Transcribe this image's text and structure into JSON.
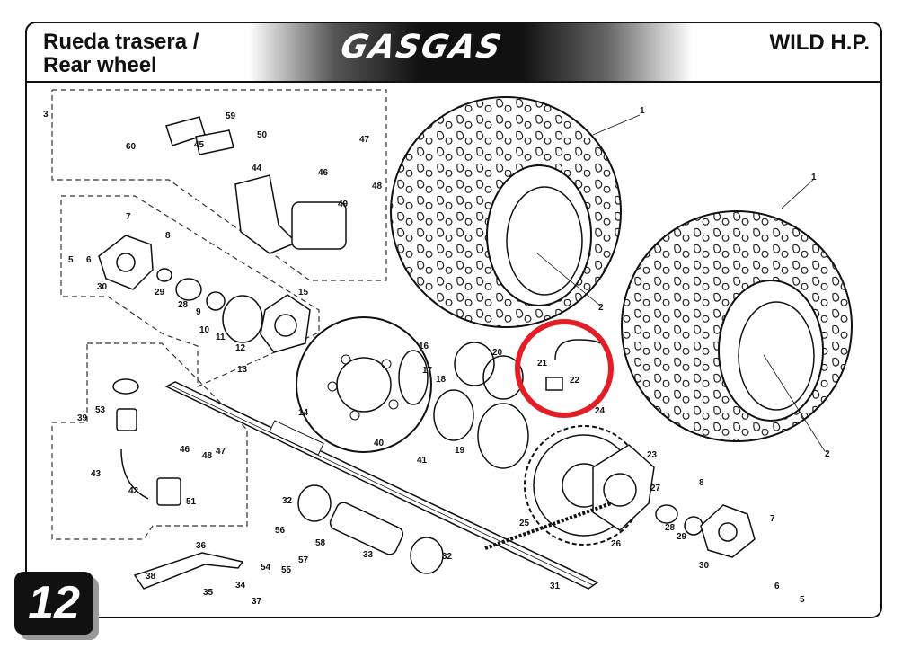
{
  "header": {
    "title_line1": "Rueda trasera /",
    "title_line2": "Rear wheel",
    "brand": "GASGAS",
    "model": "WILD H.P."
  },
  "page_number": "12",
  "highlight_color": "#e41e26",
  "callouts": [
    {
      "id": "1a",
      "text": "1"
    },
    {
      "id": "1b",
      "text": "1"
    },
    {
      "id": "2a",
      "text": "2"
    },
    {
      "id": "2b",
      "text": "2"
    },
    {
      "id": "3",
      "text": "3"
    },
    {
      "id": "5a",
      "text": "5"
    },
    {
      "id": "5b",
      "text": "5"
    },
    {
      "id": "6a",
      "text": "6"
    },
    {
      "id": "6b",
      "text": "6"
    },
    {
      "id": "7a",
      "text": "7"
    },
    {
      "id": "7b",
      "text": "7"
    },
    {
      "id": "8a",
      "text": "8"
    },
    {
      "id": "8b",
      "text": "8"
    },
    {
      "id": "9",
      "text": "9"
    },
    {
      "id": "10",
      "text": "10"
    },
    {
      "id": "11",
      "text": "11"
    },
    {
      "id": "12",
      "text": "12"
    },
    {
      "id": "13",
      "text": "13"
    },
    {
      "id": "14",
      "text": "14"
    },
    {
      "id": "15",
      "text": "15"
    },
    {
      "id": "16",
      "text": "16"
    },
    {
      "id": "17",
      "text": "17"
    },
    {
      "id": "18",
      "text": "18"
    },
    {
      "id": "19",
      "text": "19"
    },
    {
      "id": "20",
      "text": "20"
    },
    {
      "id": "21",
      "text": "21"
    },
    {
      "id": "22",
      "text": "22"
    },
    {
      "id": "23",
      "text": "23"
    },
    {
      "id": "24",
      "text": "24"
    },
    {
      "id": "25",
      "text": "25"
    },
    {
      "id": "26",
      "text": "26"
    },
    {
      "id": "27",
      "text": "27"
    },
    {
      "id": "28a",
      "text": "28"
    },
    {
      "id": "28b",
      "text": "28"
    },
    {
      "id": "29a",
      "text": "29"
    },
    {
      "id": "29b",
      "text": "29"
    },
    {
      "id": "30a",
      "text": "30"
    },
    {
      "id": "30b",
      "text": "30"
    },
    {
      "id": "31",
      "text": "31"
    },
    {
      "id": "32a",
      "text": "32"
    },
    {
      "id": "32b",
      "text": "32"
    },
    {
      "id": "33",
      "text": "33"
    },
    {
      "id": "34",
      "text": "34"
    },
    {
      "id": "35",
      "text": "35"
    },
    {
      "id": "36",
      "text": "36"
    },
    {
      "id": "37",
      "text": "37"
    },
    {
      "id": "38",
      "text": "38"
    },
    {
      "id": "39",
      "text": "39"
    },
    {
      "id": "40",
      "text": "40"
    },
    {
      "id": "41",
      "text": "41"
    },
    {
      "id": "42",
      "text": "42"
    },
    {
      "id": "43",
      "text": "43"
    },
    {
      "id": "44",
      "text": "44"
    },
    {
      "id": "45",
      "text": "45"
    },
    {
      "id": "46a",
      "text": "46"
    },
    {
      "id": "46b",
      "text": "46"
    },
    {
      "id": "47a",
      "text": "47"
    },
    {
      "id": "47b",
      "text": "47"
    },
    {
      "id": "48a",
      "text": "48"
    },
    {
      "id": "48b",
      "text": "48"
    },
    {
      "id": "49",
      "text": "49"
    },
    {
      "id": "50",
      "text": "50"
    },
    {
      "id": "51",
      "text": "51"
    },
    {
      "id": "53",
      "text": "53"
    },
    {
      "id": "54",
      "text": "54"
    },
    {
      "id": "55",
      "text": "55"
    },
    {
      "id": "56",
      "text": "56"
    },
    {
      "id": "57",
      "text": "57"
    },
    {
      "id": "58",
      "text": "58"
    },
    {
      "id": "59",
      "text": "59"
    },
    {
      "id": "60",
      "text": "60"
    }
  ]
}
